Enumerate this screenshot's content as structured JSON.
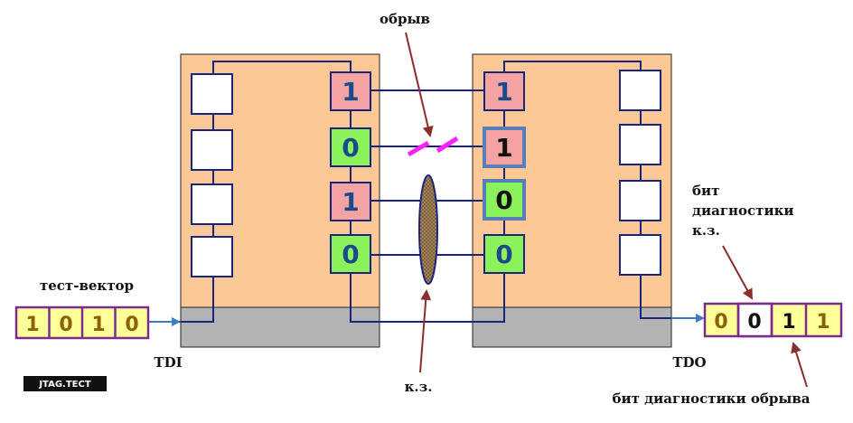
{
  "labels": {
    "break": "обрыв",
    "test_vector": "тест-вектор",
    "tdi": "TDI",
    "tdo": "TDO",
    "short": "к.з.",
    "short_diag": [
      "бит",
      "диагностики",
      "к.з."
    ],
    "break_diag": "бит диагностики обрыва"
  },
  "logo": "JTAG.TECT",
  "chip1_cells": [
    "1",
    "0",
    "1",
    "0"
  ],
  "chip2_cells": [
    "1",
    "1",
    "0",
    "0"
  ],
  "test_vector": [
    "1",
    "0",
    "1",
    "0"
  ],
  "result_vector": [
    "0",
    "0",
    "1",
    "1"
  ],
  "colors": {
    "chip_body": "#fbc896",
    "chip_base": "#b3b3b3",
    "wire": "#1a237e",
    "cell_one": "#f4a3a3",
    "cell_zero": "#8cf25c",
    "bit_text": "#1a4a8a",
    "vector_bg": "#ffff99",
    "vector_border": "#7b2d8e",
    "vector_text": "#8a6200",
    "arrow": "#3e7bc4",
    "callout": "#8b2e2e",
    "break_mark": "#ff22ff"
  }
}
